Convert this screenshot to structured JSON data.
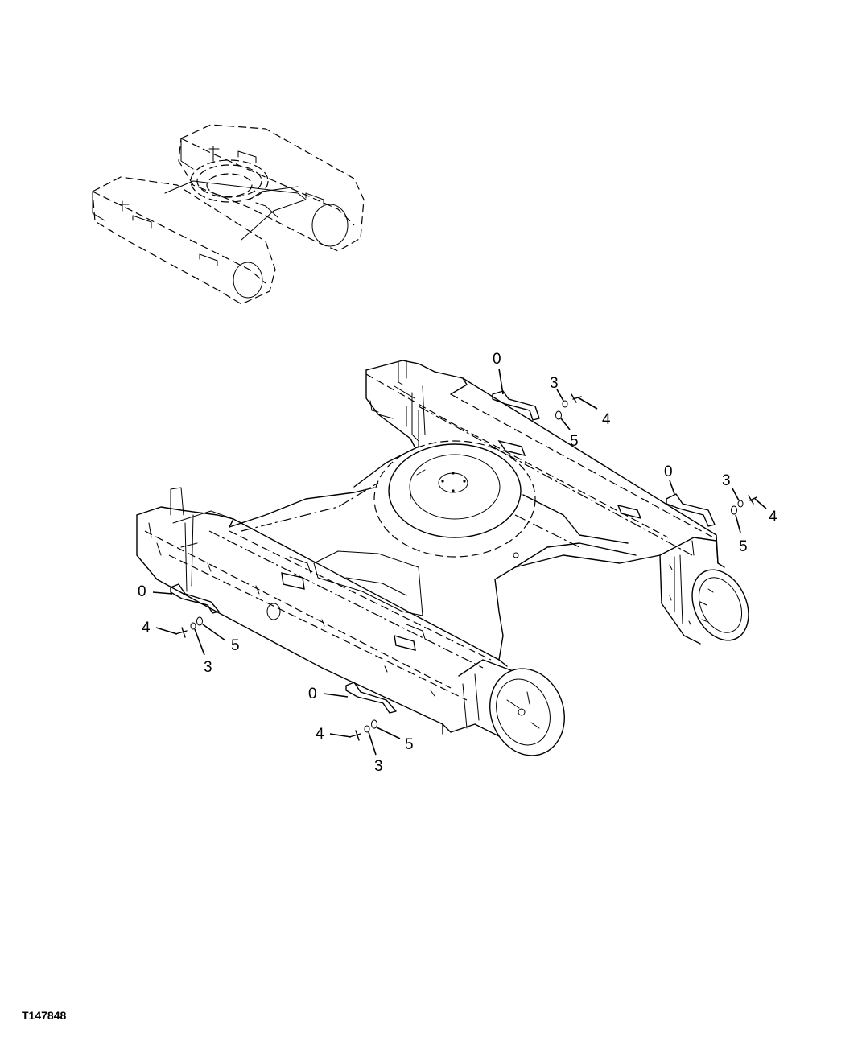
{
  "figure_id": "T147848",
  "callouts": [
    {
      "label": "0"
    },
    {
      "label": "3"
    },
    {
      "label": "4"
    },
    {
      "label": "5"
    },
    {
      "label": "0"
    },
    {
      "label": "3"
    },
    {
      "label": "4"
    },
    {
      "label": "5"
    },
    {
      "label": "0"
    },
    {
      "label": "4"
    },
    {
      "label": "5"
    },
    {
      "label": "3"
    },
    {
      "label": "0"
    },
    {
      "label": "4"
    },
    {
      "label": "5"
    },
    {
      "label": "3"
    }
  ]
}
